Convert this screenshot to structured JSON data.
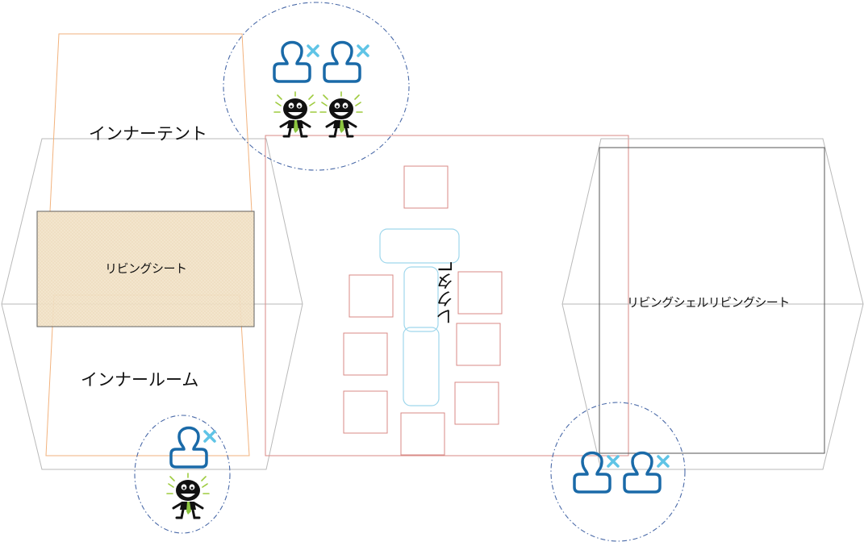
{
  "labels": {
    "inner_tent": "インナーテント",
    "inner_room": "インナールーム",
    "living_sheet": "リビングシート",
    "living_shell_living_sheet": "リビングシェルリビングシート",
    "rectangle": "レクタL"
  },
  "icons": {
    "person_remove": "person-remove-icon",
    "cartoon_person": "cartoon-person-icon"
  },
  "colors": {
    "tent_outline": "#b9b9b9",
    "inner_tent_outline": "#f2b27d",
    "living_sheet_fill": "#f3e3c9",
    "living_sheet_stroke": "#555555",
    "rectangle_outline": "#d98a86",
    "sleeping_pad": "#9fd7ec",
    "person_icon": "#1a6aa8",
    "remove_mark": "#5fc4e6",
    "group_circle": "#4a6aa8"
  }
}
